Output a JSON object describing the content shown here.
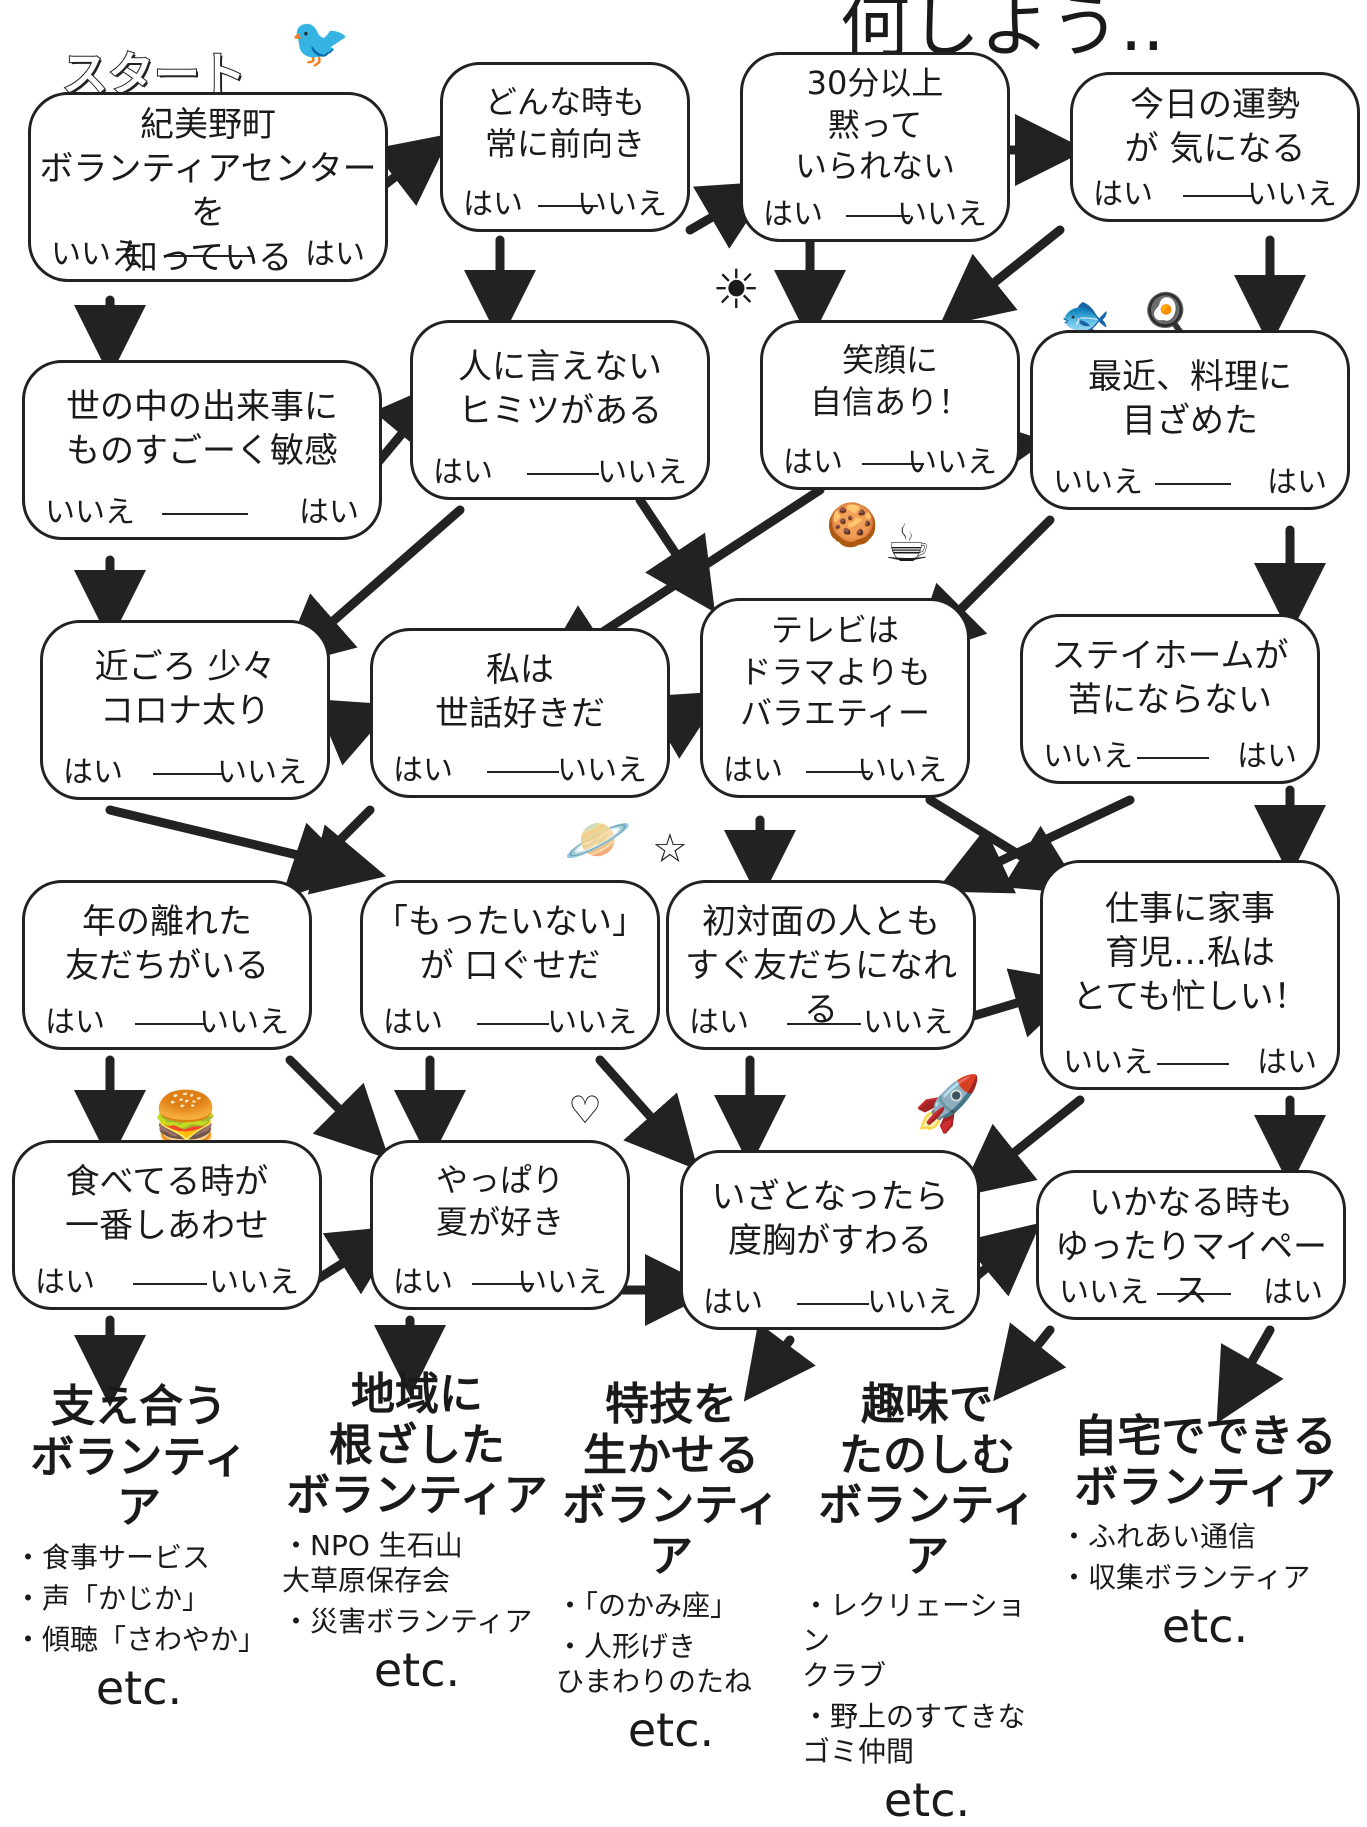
{
  "header_title": "何しよう..",
  "start_label": "スタート",
  "nodes": [
    {
      "id": "n1",
      "q": "紀美野町\nボランティアセンターを\n知っている",
      "left": "いいえ",
      "right": "はい"
    },
    {
      "id": "n2",
      "q": "どんな時も\n常に前向き",
      "left": "はい",
      "right": "いいえ"
    },
    {
      "id": "n3",
      "q": "30分以上\n黙って\nいられない",
      "left": "はい",
      "right": "いいえ"
    },
    {
      "id": "n4",
      "q": "今日の運勢\nが 気になる",
      "left": "はい",
      "right": "いいえ"
    },
    {
      "id": "n5",
      "q": "世の中の出来事に\nものすごーく敏感",
      "left": "いいえ",
      "right": "はい"
    },
    {
      "id": "n6",
      "q": "人に言えない\nヒミツがある",
      "left": "はい",
      "right": "いいえ"
    },
    {
      "id": "n7",
      "q": "笑顔に\n自信あり！",
      "left": "はい",
      "right": "いいえ"
    },
    {
      "id": "n8",
      "q": "最近、料理に\n目ざめた",
      "left": "いいえ",
      "right": "はい"
    },
    {
      "id": "n9",
      "q": "近ごろ 少々\nコロナ太り",
      "left": "はい",
      "right": "いいえ"
    },
    {
      "id": "n10",
      "q": "私は\n世話好きだ",
      "left": "はい",
      "right": "いいえ"
    },
    {
      "id": "n11",
      "q": "テレビは\nドラマよりも\nバラエティー",
      "left": "はい",
      "right": "いいえ"
    },
    {
      "id": "n12",
      "q": "ステイホームが\n苦にならない",
      "left": "いいえ",
      "right": "はい"
    },
    {
      "id": "n13",
      "q": "年の離れた\n友だちがいる",
      "left": "はい",
      "right": "いいえ"
    },
    {
      "id": "n14",
      "q": "「もったいない」\nが 口ぐせだ",
      "left": "はい",
      "right": "いいえ"
    },
    {
      "id": "n15",
      "q": "初対面の人とも\nすぐ友だちになれる",
      "left": "はい",
      "right": "いいえ"
    },
    {
      "id": "n16",
      "q": "仕事に家事\n育児…私は\nとても忙しい！",
      "left": "いいえ",
      "right": "はい"
    },
    {
      "id": "n17",
      "q": "食べてる時が\n一番しあわせ",
      "left": "はい",
      "right": "いいえ"
    },
    {
      "id": "n18",
      "q": "やっぱり\n夏が好き",
      "left": "はい",
      "right": "いいえ"
    },
    {
      "id": "n19",
      "q": "いざとなったら\n度胸がすわる",
      "left": "はい",
      "right": "いいえ"
    },
    {
      "id": "n20",
      "q": "いかなる時も\nゆったりマイペース",
      "left": "いいえ",
      "right": "はい"
    }
  ],
  "results": [
    {
      "title": "支え合う\nボランティア",
      "items": [
        "・食事サービス",
        "・声「かじか」",
        "・傾聴「さわやか」"
      ],
      "etc": "etc."
    },
    {
      "title": "地域に\n根ざした\nボランティア",
      "items": [
        "・NPO 生石山\n 大草原保存会",
        "・災害ボランティア"
      ],
      "etc": "etc."
    },
    {
      "title": "特技を\n生かせる\nボランティア",
      "items": [
        "・「のかみ座」",
        "・人形げき\n ひまわりのたね"
      ],
      "etc": "etc."
    },
    {
      "title": "趣味で\nたのしむ\nボランティア",
      "items": [
        "・レクリェーション\n クラブ",
        "・野上のすてきな\n ゴミ仲間"
      ],
      "etc": "etc."
    },
    {
      "title": "自宅でできる\nボランティア",
      "items": [
        "・ふれあい通信",
        "・収集ボランティア"
      ],
      "etc": "etc."
    }
  ],
  "decorations": [
    "bird-icon",
    "sun-icon",
    "fish-icon",
    "frying-pan-icon",
    "cookie-icon",
    "coffee-cup-icon",
    "planet-icon",
    "star-icon",
    "hamburger-icon",
    "heart-icon",
    "rocket-icon",
    "sweat-drop-icon"
  ]
}
